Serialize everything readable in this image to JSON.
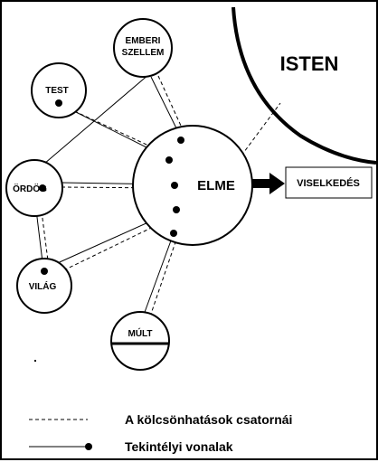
{
  "nodes": {
    "emberi": {
      "line1": "EMBERI",
      "line2": "SZELLEM"
    },
    "test": "TEST",
    "ordog": "ÖRDÖG",
    "vilag": "VILÁG",
    "mult": "MÚLT",
    "elme": "ELME",
    "isten": "ISTEN"
  },
  "output_box": "VISELKEDÉS",
  "legend": {
    "dashed": "A kölcsönhatások csatornái",
    "solid": "Tekintélyi vonalak"
  }
}
